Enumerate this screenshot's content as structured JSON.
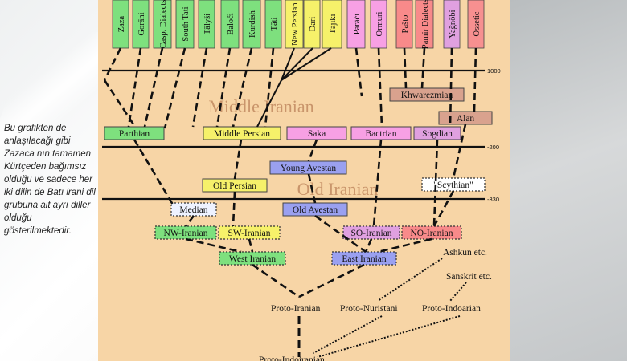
{
  "caption": "Bu grafikten de anlaşılacağı gibi Zazaca nın tamamen Kürtçeden bağımsız olduğu ve sadece her iki dilin de Batı irani dil grubuna ait ayrı diller olduğu gösterilmektedir.",
  "diagram": {
    "top_languages": [
      "Zaza",
      "Gorāni",
      "Casp. Dialects",
      "South Tati",
      "Tālyši",
      "Baloči",
      "Kurdish",
      "Tāti",
      "New Persian",
      "Dari",
      "Tājiki",
      "Parāči",
      "Ormuri",
      "Pašto",
      "Pamir Dialects",
      "Yağnōbi",
      "Ossetic"
    ],
    "middle_iranian": [
      "Khwarezmian",
      "Alan",
      "Parthian",
      "Middle Persian",
      "Saka",
      "Bactrian",
      "Sogdian"
    ],
    "old_iranian": [
      "Young Avestan",
      "Old Persian",
      "\"Scythian\"",
      "Median",
      "Old Avestan"
    ],
    "groups": [
      "NW-Iranian",
      "SW-Iranian",
      "SO-Iranian",
      "NO-Iranian",
      "West Iranian",
      "East Iranian"
    ],
    "era_labels": [
      "Middle Iranian",
      "Old Iranian"
    ],
    "time_marks": [
      "1000",
      "-200",
      "-330"
    ],
    "proto": [
      "Proto-Iranian",
      "Proto-Nuristani",
      "Proto-Indoarian",
      "Proto-Indoiranian"
    ],
    "other_branches": [
      "Ashkun etc.",
      "Sanskrit etc."
    ]
  }
}
